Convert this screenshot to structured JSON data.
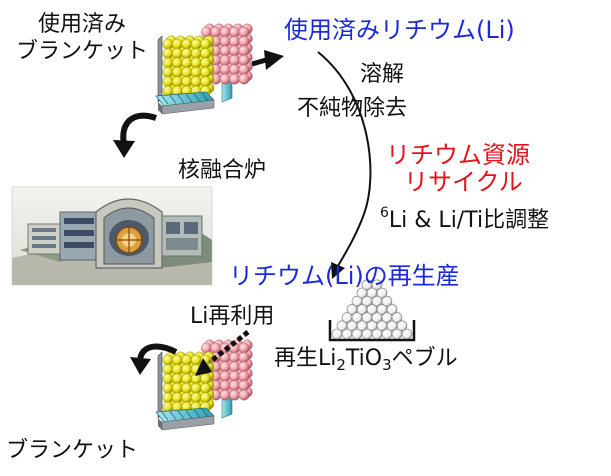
{
  "labels": {
    "used_blanket_line1": "使用済み",
    "used_blanket_line2": "ブランケット",
    "used_lithium": "使用済みリチウム(Li)",
    "dissolution": "溶解",
    "impurity_removal": "不純物除去",
    "recycle_line1": "リチウム資源",
    "recycle_line2": "リサイクル",
    "fusion_reactor": "核融合炉",
    "adjust_sup": "6",
    "adjust_text": "Li & Li/Ti比調整",
    "regeneration": "リチウム(Li)の再生産",
    "li_reuse": "Li再利用",
    "pebble_prefix": "再生Li",
    "pebble_sub1": "2",
    "pebble_mid": "TiO",
    "pebble_sub2": "3",
    "pebble_suffix": "ペブル",
    "blanket": "ブランケット"
  },
  "colors": {
    "blue": "#1a2bd6",
    "red": "#e0141e",
    "pebble_yellow": "#e8e21c",
    "pebble_pink": "#f0a0a8",
    "module_cyan": "#5ec8d8",
    "module_gray": "#9aa0a8"
  }
}
